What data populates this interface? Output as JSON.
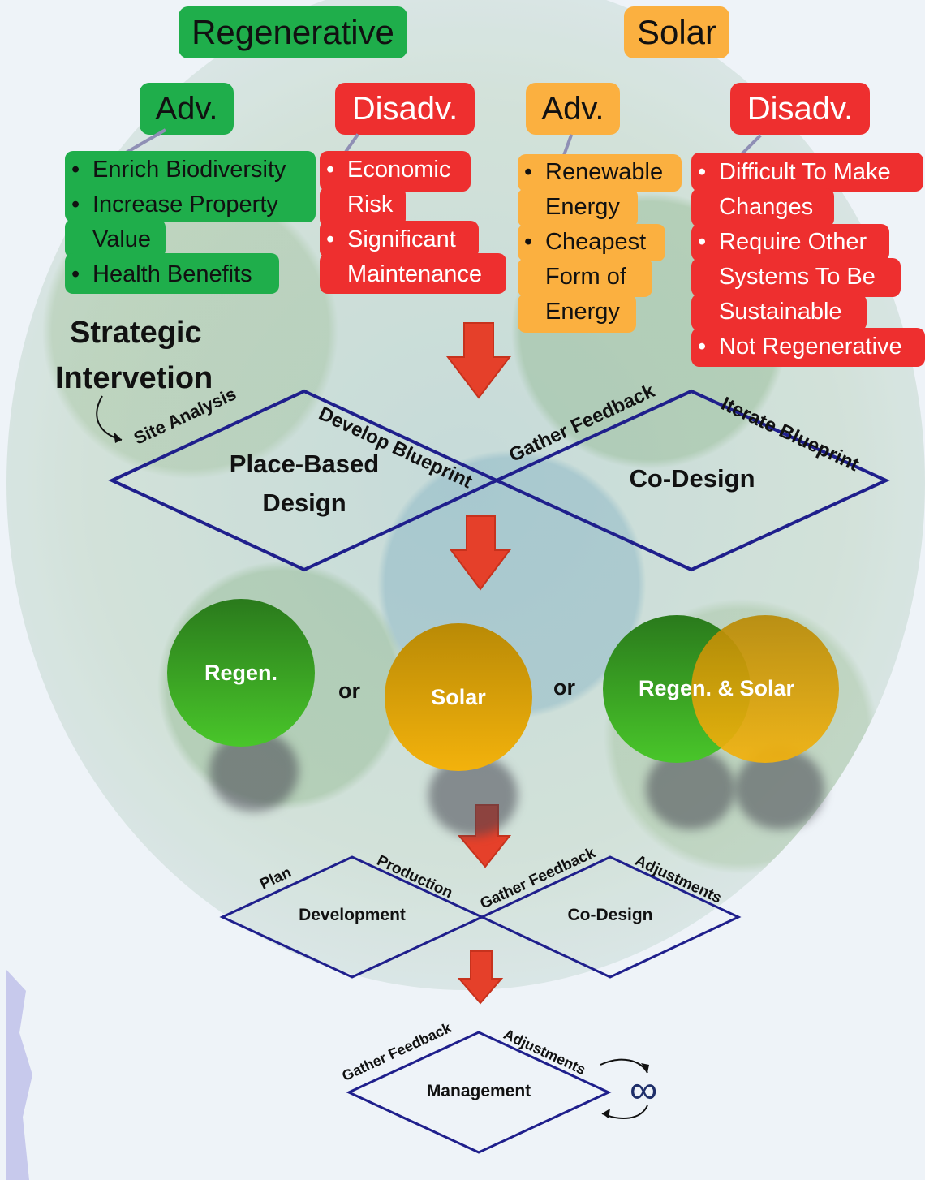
{
  "regenerative": {
    "title": "Regenerative",
    "adv_label": "Adv.",
    "disadv_label": "Disadv.",
    "advantages": [
      "Enrich Biodiversity",
      "Increase Property",
      "Value",
      "Health Benefits"
    ],
    "disadvantages": [
      "Economic",
      "Risk",
      "Significant",
      "Maintenance"
    ]
  },
  "solar": {
    "title": "Solar",
    "adv_label": "Adv.",
    "disadv_label": "Disadv.",
    "advantages": [
      "Renewable",
      "Energy",
      "Cheapest",
      "Form of",
      "Energy"
    ],
    "disadvantages": [
      "Difficult To Make",
      "Changes",
      "Require Other",
      "Systems To Be",
      "Sustainable",
      "Not Regenerative"
    ]
  },
  "strategic": {
    "line1": "Strategic",
    "line2": "Intervetion"
  },
  "diamond1": {
    "left_title_1": "Place-Based",
    "left_title_2": "Design",
    "right_title": "Co-Design",
    "edges": [
      "Site Analysis",
      "Develop Blueprint",
      "Gather Feedback",
      "Iterate Blueprint"
    ]
  },
  "options": {
    "regen": "Regen.",
    "solar": "Solar",
    "both": "Regen. & Solar",
    "or": "or"
  },
  "diamond2": {
    "left_title": "Development",
    "right_title": "Co-Design",
    "edges": [
      "Plan",
      "Production",
      "Gather Feedback",
      "Adjustments"
    ]
  },
  "diamond3": {
    "title": "Management",
    "edges": [
      "Gather Feedback",
      "Adjustments"
    ],
    "infinity": "∞"
  },
  "colors": {
    "green": "#1fae4b",
    "red": "#ee2f2f",
    "orange": "#fbb040",
    "navy": "#1f1f8c",
    "arrow": "#e5402a"
  }
}
